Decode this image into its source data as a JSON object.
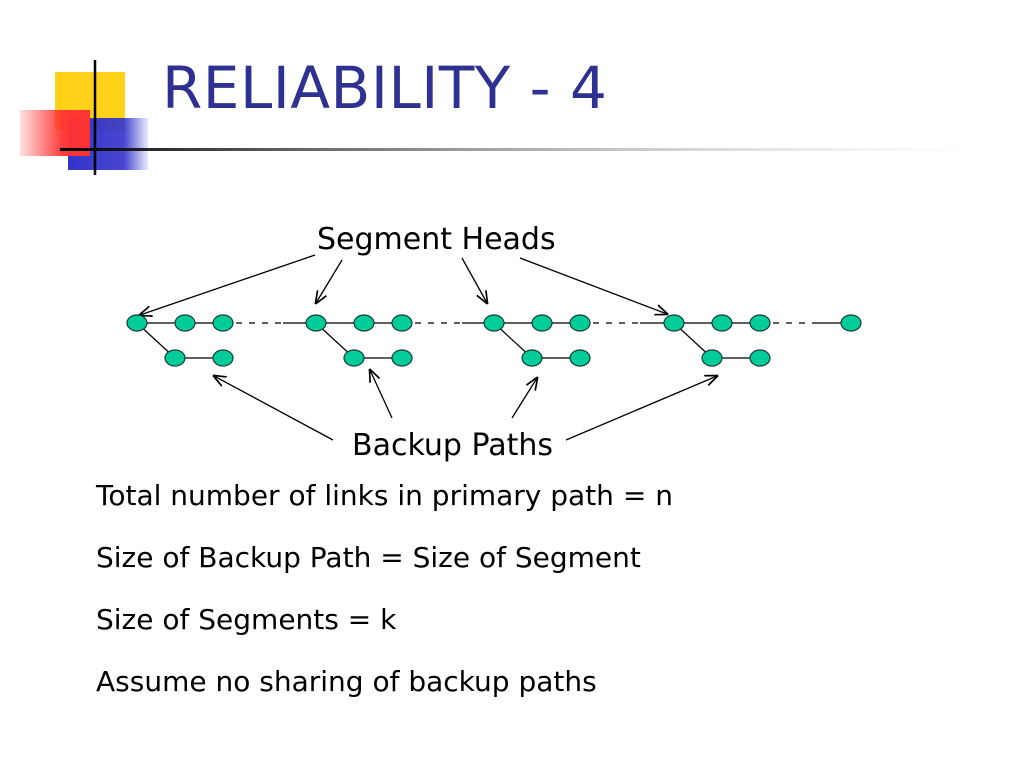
{
  "title": "RELIABILITY - 4",
  "diagram": {
    "segment_heads_label": "Segment Heads",
    "backup_paths_label": "Backup Paths",
    "segments": 4,
    "primary_nodes_per_segment": 3,
    "backup_nodes_per_segment": 2
  },
  "bullets": [
    "Total number of links in primary path = n",
    "Size of Backup Path = Size of Segment",
    "Size of Segments = k",
    "Assume no sharing of backup paths"
  ],
  "colors": {
    "title": "#2e3192",
    "node_fill": "#00cc99",
    "logo_yellow": "#ffcc00",
    "logo_red": "#ff3333",
    "logo_blue": "#3333cc"
  }
}
